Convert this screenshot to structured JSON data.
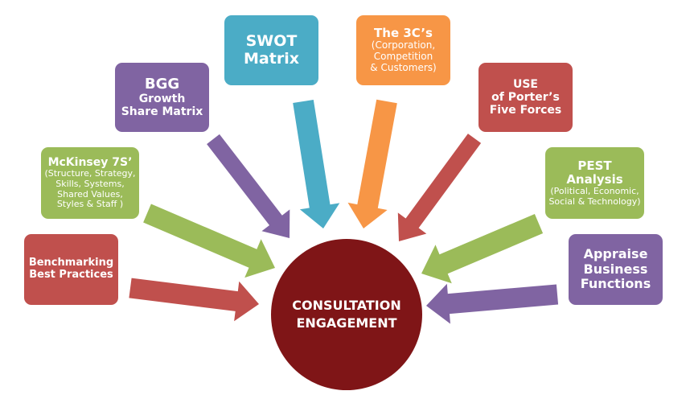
{
  "colors": {
    "red": "#c0504d",
    "green": "#9bbb59",
    "purple": "#8064a2",
    "teal": "#4bacc6",
    "orange": "#f79646",
    "hub": "#7f1517"
  },
  "hub": {
    "line1": "CONSULTATION",
    "line2": "ENGAGEMENT"
  },
  "nodes": [
    {
      "id": "benchmarking",
      "title": [
        "Benchmarking",
        "Best Practices"
      ],
      "sub": [],
      "color": "red"
    },
    {
      "id": "mckinsey",
      "title": [
        "McKinsey 7S’"
      ],
      "sub": [
        "(Structure, Strategy,",
        "Skills, Systems,",
        "Shared Values,",
        "Styles & Staff )"
      ],
      "color": "green"
    },
    {
      "id": "bgg",
      "title": [
        "BGG",
        "Growth",
        "Share Matrix"
      ],
      "sub": [],
      "color": "purple"
    },
    {
      "id": "swot",
      "title": [
        "SWOT",
        "Matrix"
      ],
      "sub": [],
      "color": "teal"
    },
    {
      "id": "three-cs",
      "title": [
        "The 3C’s"
      ],
      "sub": [
        "(Corporation,",
        "Competition",
        "& Customers)"
      ],
      "color": "orange"
    },
    {
      "id": "porter",
      "title": [
        "USE",
        "of Porter’s",
        "Five Forces"
      ],
      "sub": [],
      "color": "red"
    },
    {
      "id": "pest",
      "title": [
        "PEST",
        "Analysis"
      ],
      "sub": [
        "(Political, Economic,",
        "Social & Technology)"
      ],
      "color": "green"
    },
    {
      "id": "appraise",
      "title": [
        "Appraise",
        "Business",
        "Functions"
      ],
      "sub": [],
      "color": "purple"
    }
  ]
}
